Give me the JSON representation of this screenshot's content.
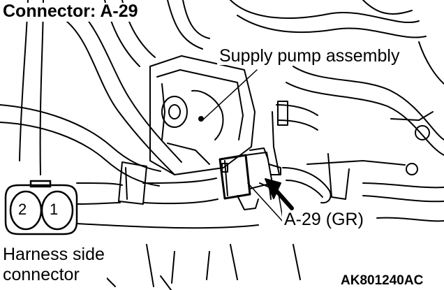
{
  "title": "Connector: A-29",
  "callouts": {
    "component": "Supply pump assembly",
    "connector": "A-29 (GR)"
  },
  "harness": {
    "line1": "Harness side",
    "line2": "connector",
    "pins": [
      "2",
      "1"
    ]
  },
  "figure_code": "AK801240AC",
  "colors": {
    "ink": "#000000",
    "background": "#ffffff"
  }
}
